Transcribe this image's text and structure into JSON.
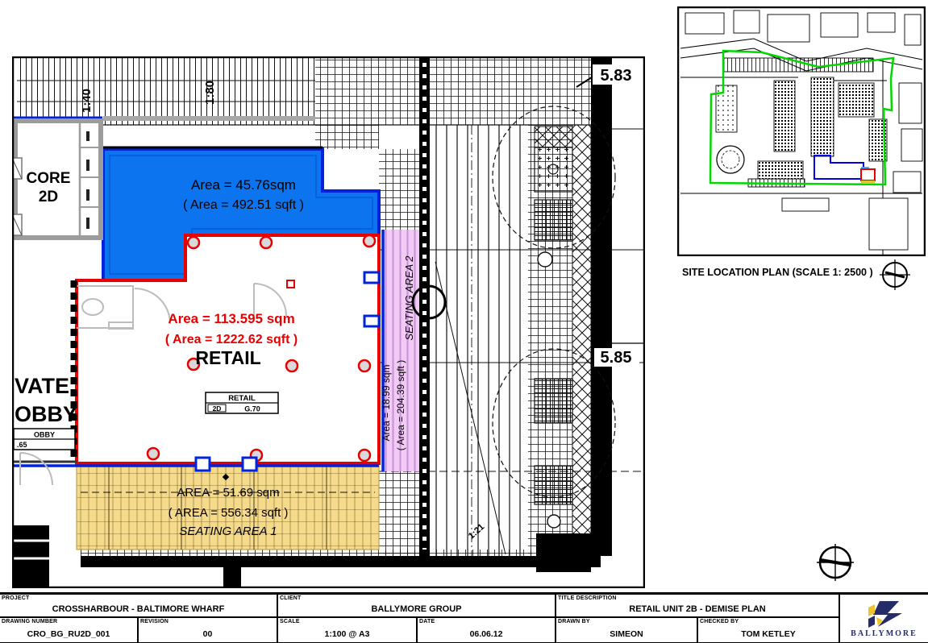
{
  "plan": {
    "scale_label_1": "1:40",
    "scale_label_2": "1:80",
    "core_room": {
      "line1": "CORE",
      "line2": "2D"
    },
    "lobby": {
      "line1": "VATE",
      "line2": "OBBY",
      "tag_name": "OBBY",
      "tag_number": ".65"
    },
    "blue_zone": {
      "area_sqm": "Area = 45.76sqm",
      "area_sqft": "( Area = 492.51  sqft )"
    },
    "retail_zone": {
      "area_sqm": "Area = 113.595 sqm",
      "area_sqft": "( Area = 1222.62  sqft )",
      "name": "RETAIL",
      "tag_title": "RETAIL",
      "tag_level": "2D",
      "tag_unit": "G.70"
    },
    "seating2": {
      "name": "SEATING  AREA 2",
      "area_sqm": "Area = 18.99 sqm",
      "area_sqft": "( Area = 204.39 sqft )"
    },
    "seating1": {
      "name": "SEATING  AREA 1",
      "area_sqm": "AREA = 51.69 sqm",
      "area_sqft": "( AREA = 556.34 sqft )"
    },
    "spot_levels": {
      "upper": "5.83",
      "lower": "5.85"
    },
    "ramp": "1:21"
  },
  "site_plan": {
    "caption": "SITE LOCATION PLAN  (SCALE 1: 2500 )"
  },
  "title_block": {
    "project_label": "PROJECT",
    "project": "CROSSHARBOUR - BALTIMORE WHARF",
    "client_label": "CLIENT",
    "client": "BALLYMORE GROUP",
    "title_label": "TITLE DESCRIPTION",
    "title": "RETAIL UNIT 2B - DEMISE PLAN",
    "drawing_number_label": "DRAWING NUMBER",
    "drawing_number": "CRO_BG_RU2D_001",
    "revision_label": "REVISION",
    "revision": "00",
    "scale_label": "SCALE",
    "scale": "1:100 @ A3",
    "date_label": "DATE",
    "date": "06.06.12",
    "drawn_by_label": "DRAWN BY",
    "drawn_by": "SIMEON",
    "checked_by_label": "CHECKED BY",
    "checked_by": "TOM KETLEY"
  },
  "logo": {
    "name": "BALLYMORE"
  },
  "colors": {
    "demise_red": "#E80000",
    "zone_blue": "#0B74EE",
    "zone_blue_edge": "#0023DD",
    "seating2_pink": "#F2CAF5",
    "seating1_yellow": "#F5DA8C",
    "site_boundary_green": "#00D800",
    "building_outline_blue": "#0000E8",
    "logo_navy": "#252C68",
    "logo_gold": "#EFC52F"
  }
}
